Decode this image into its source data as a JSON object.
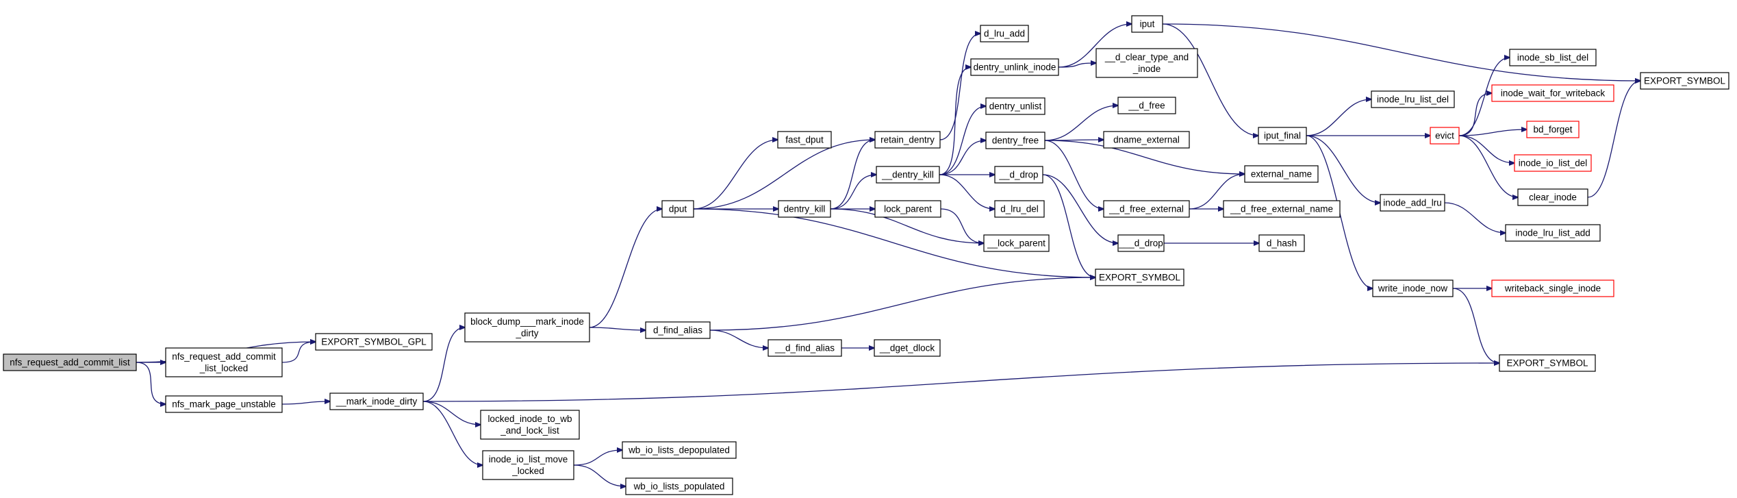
{
  "colors": {
    "edge": "#191970",
    "node_border": "#000000",
    "node_border_truncated": "#ff0000",
    "node_fill": "#ffffff",
    "root_fill": "#bfbfbf",
    "text": "#000000"
  },
  "nodes": [
    {
      "id": "n_root",
      "lines": [
        "nfs_request_add_commit_list"
      ],
      "kind": "root"
    },
    {
      "id": "n_esg",
      "lines": [
        "EXPORT_SYMBOL_GPL"
      ],
      "kind": "normal"
    },
    {
      "id": "n_nracll",
      "lines": [
        "nfs_request_add_commit",
        "_list_locked"
      ],
      "kind": "normal"
    },
    {
      "id": "n_nmpu",
      "lines": [
        "nfs_mark_page_unstable"
      ],
      "kind": "normal"
    },
    {
      "id": "n_mid",
      "lines": [
        "__mark_inode_dirty"
      ],
      "kind": "normal"
    },
    {
      "id": "n_bdmid",
      "lines": [
        "block_dump___mark_inode",
        "_dirty"
      ],
      "kind": "normal"
    },
    {
      "id": "n_litw",
      "lines": [
        "locked_inode_to_wb",
        "_and_lock_list"
      ],
      "kind": "normal"
    },
    {
      "id": "n_iilml",
      "lines": [
        "inode_io_list_move",
        "_locked"
      ],
      "kind": "normal"
    },
    {
      "id": "n_wbdep",
      "lines": [
        "wb_io_lists_depopulated"
      ],
      "kind": "normal"
    },
    {
      "id": "n_wbpop",
      "lines": [
        "wb_io_lists_populated"
      ],
      "kind": "normal"
    },
    {
      "id": "n_dput",
      "lines": [
        "dput"
      ],
      "kind": "normal"
    },
    {
      "id": "n_dfa",
      "lines": [
        "d_find_alias"
      ],
      "kind": "normal"
    },
    {
      "id": "n_udfa",
      "lines": [
        "__d_find_alias"
      ],
      "kind": "normal"
    },
    {
      "id": "n_ddl",
      "lines": [
        "__dget_dlock"
      ],
      "kind": "normal"
    },
    {
      "id": "n_fdput",
      "lines": [
        "fast_dput"
      ],
      "kind": "normal"
    },
    {
      "id": "n_dkill",
      "lines": [
        "dentry_kill"
      ],
      "kind": "normal"
    },
    {
      "id": "n_rden",
      "lines": [
        "retain_dentry"
      ],
      "kind": "normal"
    },
    {
      "id": "n_dlruadd",
      "lines": [
        "d_lru_add"
      ],
      "kind": "normal"
    },
    {
      "id": "n_udkill",
      "lines": [
        "__dentry_kill"
      ],
      "kind": "normal"
    },
    {
      "id": "n_lockp",
      "lines": [
        "lock_parent"
      ],
      "kind": "normal"
    },
    {
      "id": "n_ulockp",
      "lines": [
        "__lock_parent"
      ],
      "kind": "normal"
    },
    {
      "id": "n_es_mid",
      "lines": [
        "EXPORT_SYMBOL"
      ],
      "kind": "normal"
    },
    {
      "id": "n_dui",
      "lines": [
        "dentry_unlink_inode"
      ],
      "kind": "normal"
    },
    {
      "id": "n_dunlist",
      "lines": [
        "dentry_unlist"
      ],
      "kind": "normal"
    },
    {
      "id": "n_dfree",
      "lines": [
        "dentry_free"
      ],
      "kind": "normal"
    },
    {
      "id": "n_uddrop",
      "lines": [
        "__d_drop"
      ],
      "kind": "normal"
    },
    {
      "id": "n_dlrudel",
      "lines": [
        "d_lru_del"
      ],
      "kind": "normal"
    },
    {
      "id": "n_uuddrop",
      "lines": [
        "___d_drop"
      ],
      "kind": "normal"
    },
    {
      "id": "n_dhash",
      "lines": [
        "d_hash"
      ],
      "kind": "normal"
    },
    {
      "id": "n_iput",
      "lines": [
        "iput"
      ],
      "kind": "normal"
    },
    {
      "id": "n_dcti",
      "lines": [
        "__d_clear_type_and",
        "_inode"
      ],
      "kind": "normal"
    },
    {
      "id": "n_udfree",
      "lines": [
        "__d_free"
      ],
      "kind": "normal"
    },
    {
      "id": "n_dnext",
      "lines": [
        "dname_external"
      ],
      "kind": "normal"
    },
    {
      "id": "n_udfext",
      "lines": [
        "__d_free_external"
      ],
      "kind": "normal"
    },
    {
      "id": "n_extname",
      "lines": [
        "external_name"
      ],
      "kind": "normal"
    },
    {
      "id": "n_udfextn",
      "lines": [
        "__d_free_external_name"
      ],
      "kind": "normal"
    },
    {
      "id": "n_ifinal",
      "lines": [
        "iput_final"
      ],
      "kind": "normal"
    },
    {
      "id": "n_ilruld",
      "lines": [
        "inode_lru_list_del"
      ],
      "kind": "normal"
    },
    {
      "id": "n_evict",
      "lines": [
        "evict"
      ],
      "kind": "truncated"
    },
    {
      "id": "n_iaddlru",
      "lines": [
        "inode_add_lru"
      ],
      "kind": "normal"
    },
    {
      "id": "n_win",
      "lines": [
        "write_inode_now"
      ],
      "kind": "normal"
    },
    {
      "id": "n_isbld",
      "lines": [
        "inode_sb_list_del"
      ],
      "kind": "normal"
    },
    {
      "id": "n_iwfw",
      "lines": [
        "inode_wait_for_writeback"
      ],
      "kind": "truncated"
    },
    {
      "id": "n_bdf",
      "lines": [
        "bd_forget"
      ],
      "kind": "truncated"
    },
    {
      "id": "n_iiold",
      "lines": [
        "inode_io_list_del"
      ],
      "kind": "truncated"
    },
    {
      "id": "n_clri",
      "lines": [
        "clear_inode"
      ],
      "kind": "normal"
    },
    {
      "id": "n_ilrula",
      "lines": [
        "inode_lru_list_add"
      ],
      "kind": "normal"
    },
    {
      "id": "n_wsi",
      "lines": [
        "writeback_single_inode"
      ],
      "kind": "truncated"
    },
    {
      "id": "n_es_top",
      "lines": [
        "EXPORT_SYMBOL"
      ],
      "kind": "normal"
    },
    {
      "id": "n_es_bot",
      "lines": [
        "EXPORT_SYMBOL"
      ],
      "kind": "normal"
    }
  ],
  "edges": [
    [
      "n_root",
      "n_esg"
    ],
    [
      "n_root",
      "n_nracll"
    ],
    [
      "n_root",
      "n_nmpu"
    ],
    [
      "n_nracll",
      "n_esg"
    ],
    [
      "n_nmpu",
      "n_mid"
    ],
    [
      "n_mid",
      "n_bdmid"
    ],
    [
      "n_mid",
      "n_litw"
    ],
    [
      "n_mid",
      "n_iilml"
    ],
    [
      "n_mid",
      "n_es_bot"
    ],
    [
      "n_iilml",
      "n_wbdep"
    ],
    [
      "n_iilml",
      "n_wbpop"
    ],
    [
      "n_bdmid",
      "n_dput"
    ],
    [
      "n_bdmid",
      "n_dfa"
    ],
    [
      "n_dfa",
      "n_udfa"
    ],
    [
      "n_dfa",
      "n_es_mid"
    ],
    [
      "n_udfa",
      "n_ddl"
    ],
    [
      "n_dput",
      "n_fdput"
    ],
    [
      "n_dput",
      "n_rden"
    ],
    [
      "n_dput",
      "n_dkill"
    ],
    [
      "n_dput",
      "n_es_mid"
    ],
    [
      "n_dkill",
      "n_rden"
    ],
    [
      "n_dkill",
      "n_udkill"
    ],
    [
      "n_dkill",
      "n_lockp"
    ],
    [
      "n_dkill",
      "n_ulockp"
    ],
    [
      "n_lockp",
      "n_ulockp"
    ],
    [
      "n_rden",
      "n_dlruadd"
    ],
    [
      "n_udkill",
      "n_dui"
    ],
    [
      "n_udkill",
      "n_dunlist"
    ],
    [
      "n_udkill",
      "n_dfree"
    ],
    [
      "n_udkill",
      "n_uddrop"
    ],
    [
      "n_udkill",
      "n_dlrudel"
    ],
    [
      "n_dui",
      "n_iput"
    ],
    [
      "n_dui",
      "n_dcti"
    ],
    [
      "n_dfree",
      "n_udfree"
    ],
    [
      "n_dfree",
      "n_dnext"
    ],
    [
      "n_dfree",
      "n_extname"
    ],
    [
      "n_dfree",
      "n_udfext"
    ],
    [
      "n_udfext",
      "n_extname"
    ],
    [
      "n_udfext",
      "n_udfextn"
    ],
    [
      "n_uddrop",
      "n_uuddrop"
    ],
    [
      "n_uddrop",
      "n_es_mid"
    ],
    [
      "n_uuddrop",
      "n_dhash"
    ],
    [
      "n_iput",
      "n_ifinal"
    ],
    [
      "n_iput",
      "n_es_top"
    ],
    [
      "n_ifinal",
      "n_ilruld"
    ],
    [
      "n_ifinal",
      "n_evict"
    ],
    [
      "n_ifinal",
      "n_iaddlru"
    ],
    [
      "n_ifinal",
      "n_win"
    ],
    [
      "n_evict",
      "n_isbld"
    ],
    [
      "n_evict",
      "n_iwfw"
    ],
    [
      "n_evict",
      "n_bdf"
    ],
    [
      "n_evict",
      "n_iiold"
    ],
    [
      "n_evict",
      "n_clri"
    ],
    [
      "n_clri",
      "n_es_top"
    ],
    [
      "n_iaddlru",
      "n_ilrula"
    ],
    [
      "n_win",
      "n_wsi"
    ],
    [
      "n_win",
      "n_es_bot"
    ]
  ]
}
